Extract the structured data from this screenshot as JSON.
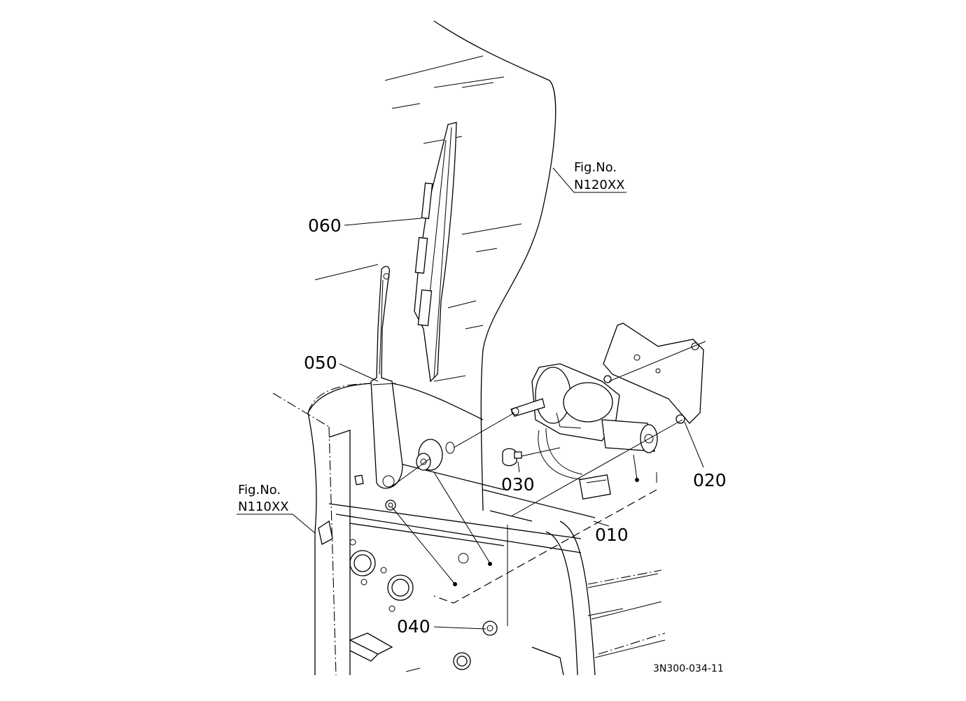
{
  "callouts": {
    "c010": "010",
    "c020": "020",
    "c030": "030",
    "c040": "040",
    "c050": "050",
    "c060": "060"
  },
  "figure_refs": {
    "upper": {
      "line1": "Fig.No.",
      "line2": "N120XX"
    },
    "lower": {
      "line1": "Fig.No.",
      "line2": "N110XX"
    }
  },
  "drawing_code": "3N300-034-11"
}
